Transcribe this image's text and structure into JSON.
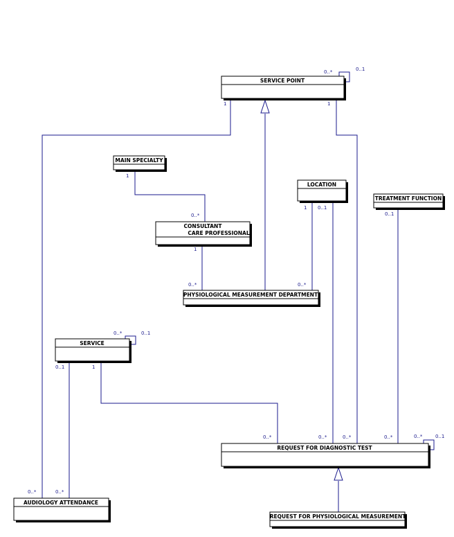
{
  "classes": {
    "service_point": "SERVICE POINT",
    "main_specialty": "MAIN SPECIALTY",
    "location": "LOCATION",
    "treatment_function": "TREATMENT FUNCTION",
    "consultant_line1": "CONSULTANT",
    "consultant_line2": "CARE PROFESSIONAL",
    "physiological_dept": "PHYSIOLOGICAL MEASUREMENT DEPARTMENT",
    "service": "SERVICE",
    "request_diagnostic": "REQUEST FOR DIAGNOSTIC TEST",
    "audiology": "AUDIOLOGY ATTENDANCE",
    "request_physiological": "REQUEST FOR PHYSIOLOGICAL MEASUREMENT"
  },
  "multiplicities": {
    "sp_self_many": "0..*",
    "sp_self_opt": "0..1",
    "sp_left_one": "1",
    "sp_right_one": "1",
    "ms_one": "1",
    "cons_many": "0..*",
    "cons_one": "1",
    "dept_cons_many": "0..*",
    "dept_loc_many": "0..*",
    "loc_one": "1",
    "loc_opt": "0..1",
    "tf_opt": "0..1",
    "svc_self_many": "0..*",
    "svc_self_opt": "0..1",
    "svc_opt": "0..1",
    "svc_one": "1",
    "rdt_svc_many": "0..*",
    "rdt_loc_many": "0..*",
    "rdt_sp_many": "0..*",
    "rdt_tf_many": "0..*",
    "rdt_self_many": "0..*",
    "rdt_self_opt": "0..1",
    "aud_sp_many": "0..*",
    "aud_svc_many": "0..*"
  }
}
